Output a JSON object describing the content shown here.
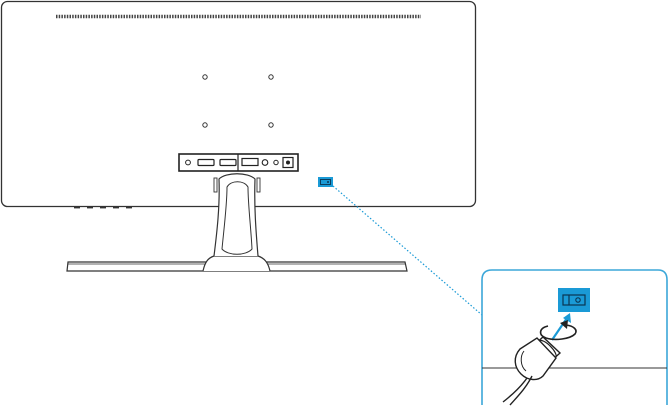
{
  "illustration": {
    "subject": "monitor-rear-kensington-lock",
    "colors": {
      "outline": "#333333",
      "accent": "#1a9ad6",
      "callout_border": "#3ba7d9",
      "background": "#ffffff"
    },
    "icons": {
      "lock_slot_marker": "kensington-lock-icon",
      "lock_slot_zoom": "kensington-lock-icon",
      "rotate_arrow": "rotate-arrow-icon",
      "insert_arrow": "insert-arrow-icon",
      "lock_cable": "security-cable-icon"
    },
    "ports": [
      "hdmi-port",
      "hdmi-port",
      "displayport-port",
      "audio-port",
      "power-port"
    ],
    "vesa_holes": 4,
    "control_buttons": 5
  }
}
